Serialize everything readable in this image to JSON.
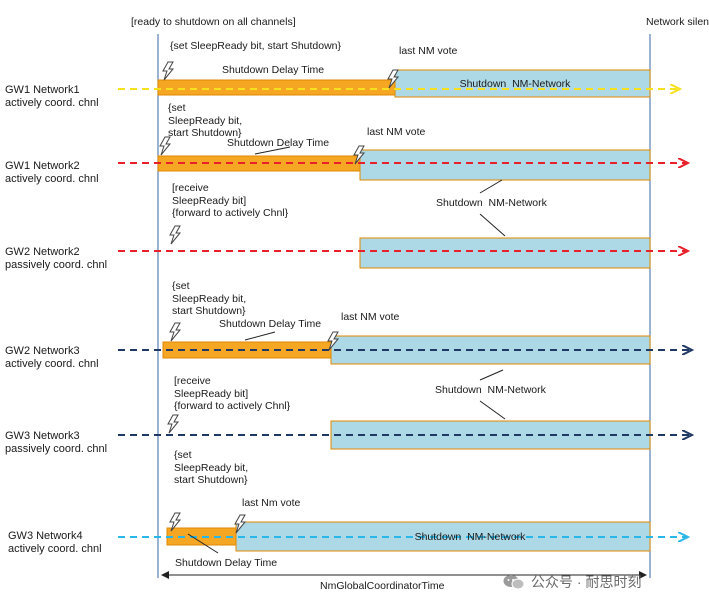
{
  "header": {
    "left": "[ready to shutdown on all channels]",
    "right": "Network silent"
  },
  "colors": {
    "delay_fill": "#f5a623",
    "delay_stroke": "#e08a00",
    "shutdown_fill": "#add8e6",
    "shutdown_stroke": "#e08a00",
    "yellow": "#f7e11e",
    "red": "#e8202a",
    "navy": "#1f3864",
    "cyan": "#29b6e8",
    "vline": "#5b7fb8"
  },
  "rows": [
    {
      "id": "gw1-net1",
      "label": [
        "GW1 Network1",
        "actively coord. chnl"
      ],
      "line_color": "yellow",
      "trigger_text": [
        "{set SleepReady bit, start Shutdown}"
      ],
      "delay_label": "Shutdown Delay Time",
      "vote_label": "last NM vote",
      "shutdown_label": "Shutdown  NM-Network"
    },
    {
      "id": "gw1-net2",
      "label": [
        "GW1 Network2",
        "actively coord. chnl"
      ],
      "line_color": "red",
      "trigger_text": [
        "{set",
        "SleepReady bit,",
        "start Shutdown}"
      ],
      "delay_label": "Shutdown Delay Time",
      "vote_label": "last NM vote",
      "shutdown_label": ""
    },
    {
      "id": "gw2-net2",
      "label": [
        "GW2 Network2",
        "passively coord. chnl"
      ],
      "line_color": "red",
      "trigger_text": [
        "[receive",
        "SleepReady bit]",
        "{forward to actively Chnl}"
      ],
      "delay_label": "",
      "vote_label": "",
      "shutdown_label": "Shutdown  NM-Network"
    },
    {
      "id": "gw2-net3",
      "label": [
        "GW2 Network3",
        "actively coord. chnl"
      ],
      "line_color": "navy",
      "trigger_text": [
        "{set",
        "SleepReady bit,",
        "start Shutdown}"
      ],
      "delay_label": "Shutdown Delay Time",
      "vote_label": "last NM vote",
      "shutdown_label": ""
    },
    {
      "id": "gw3-net3",
      "label": [
        "GW3 Network3",
        "passively coord. chnl"
      ],
      "line_color": "navy",
      "trigger_text": [
        "[receive",
        "SleepReady bit]",
        "{forward to actively Chnl}"
      ],
      "delay_label": "",
      "vote_label": "",
      "shutdown_label": "Shutdown  NM-Network"
    },
    {
      "id": "gw3-net4",
      "label": [
        "GW3 Network4",
        "actively coord. chnl"
      ],
      "line_color": "cyan",
      "trigger_text": [
        "{set",
        "SleepReady bit,",
        "start Shutdown}"
      ],
      "delay_label": "Shutdown Delay Time",
      "vote_label": "last Nm vote",
      "shutdown_label": "Shutdown  NM-Network"
    }
  ],
  "footer": {
    "time_label": "NmGlobalCoordinatorTime"
  },
  "watermark": {
    "text": "公众号 · 耐思时刻"
  }
}
